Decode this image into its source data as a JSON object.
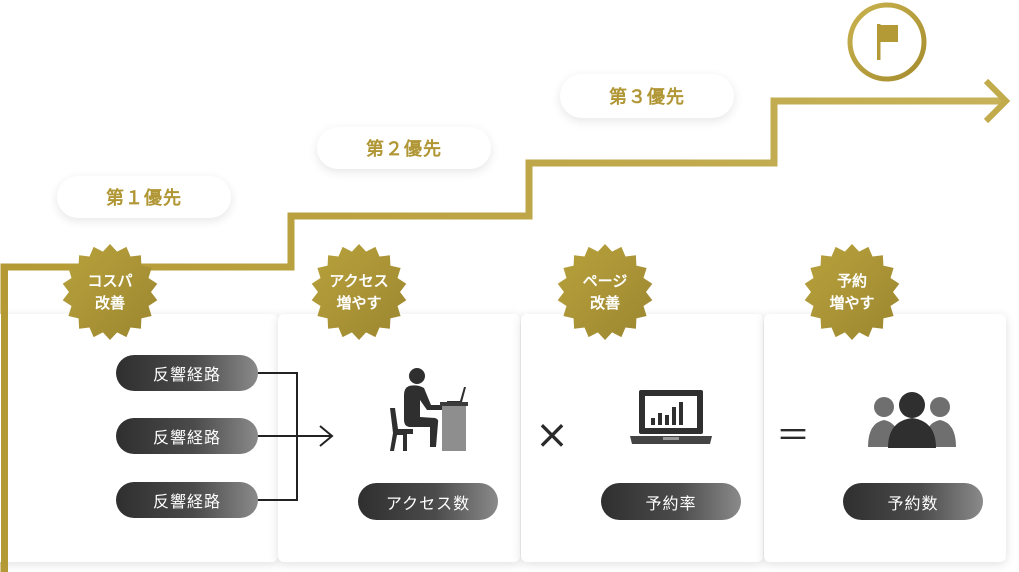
{
  "priorities": [
    {
      "label": "第１優先"
    },
    {
      "label": "第２優先"
    },
    {
      "label": "第３優先"
    }
  ],
  "badges": [
    {
      "line1": "コスパ",
      "line2": "改善"
    },
    {
      "line1": "アクセス",
      "line2": "増やす"
    },
    {
      "line1": "ページ",
      "line2": "改善"
    },
    {
      "line1": "予約",
      "line2": "増やす"
    }
  ],
  "routes": [
    "反響経路",
    "反響経路",
    "反響経路"
  ],
  "metrics": {
    "access": "アクセス数",
    "rate": "予約率",
    "bookings": "予約数"
  },
  "operators": {
    "multiply": "×",
    "equals": "＝"
  },
  "icons": {
    "goal": "flag-icon",
    "access": "person-at-desk-icon",
    "rate": "laptop-chart-icon",
    "bookings": "group-people-icon"
  },
  "colors": {
    "gold": "#b8a23c",
    "gold_dark": "#9c8630",
    "dark_pill": "#333333"
  }
}
